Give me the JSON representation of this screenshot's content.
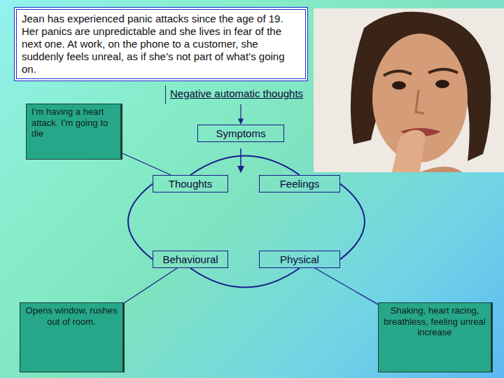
{
  "diagram": {
    "nodes": [
      {
        "text": [
          "Jean has experienced panic attacks since the age of 19. Her panics are unpredictable and she lives in fear of the next one. At work, on the phone to a customer, she suddenly feels unreal, as if she’s not part of what’s going on."
        ]
      },
      {
        "text": [
          "Negative automatic thoughts"
        ]
      },
      {
        "text": [
          "I’m having a heart attack. I’m going to die"
        ]
      },
      {
        "text": [
          "Symptoms"
        ]
      },
      {
        "text": [
          "Thoughts"
        ]
      },
      {
        "text": [
          "Feelings"
        ]
      },
      {
        "text": [
          "Behavioural"
        ]
      },
      {
        "text": [
          "Physical"
        ]
      },
      {
        "text": [
          "Opens window, rushes out of room."
        ]
      },
      {
        "text": [
          "Shaking, heart racing, breathless, feeling unreal increase"
        ]
      }
    ],
    "edges": [
      {
        "from": 1,
        "to": 3,
        "arrow": "to"
      },
      {
        "from": 4,
        "to": 5,
        "arrow": "none"
      },
      {
        "from": 4,
        "to": 6,
        "arrow": "none"
      },
      {
        "from": 5,
        "to": 7,
        "arrow": "none"
      },
      {
        "from": 6,
        "to": 7,
        "arrow": "none"
      },
      {
        "from": 2,
        "to": 4,
        "arrow": "none"
      },
      {
        "from": 6,
        "to": 8,
        "arrow": "none"
      },
      {
        "from": 7,
        "to": 9,
        "arrow": "none"
      }
    ]
  }
}
